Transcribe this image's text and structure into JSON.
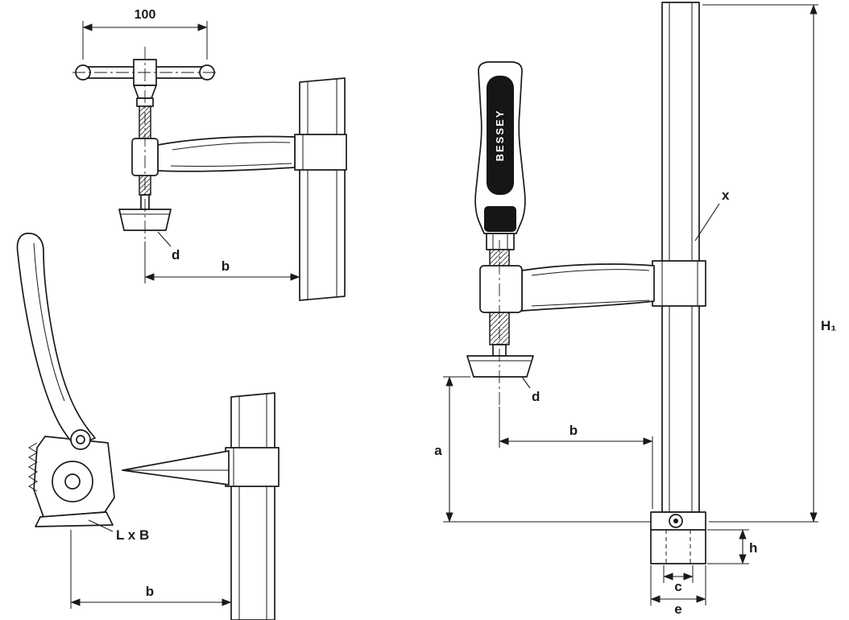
{
  "colors": {
    "line": "#1a1a1a",
    "background": "#ffffff",
    "brand_bg": "#161616",
    "brand_text": "#ffffff"
  },
  "views": {
    "t_handle_clamp": {
      "dim_width": "100",
      "label_pad": "d",
      "label_throat": "b"
    },
    "lever_clamp": {
      "label_pad_size": "L x B",
      "label_throat": "b"
    },
    "bessey_clamp": {
      "brand": "BESSEY",
      "label_rail": "x",
      "label_rail_height": "H₁",
      "label_opening": "a",
      "label_throat": "b",
      "label_pad": "d",
      "label_rail_width": "c",
      "label_end_width": "e",
      "label_end_height": "h"
    }
  }
}
